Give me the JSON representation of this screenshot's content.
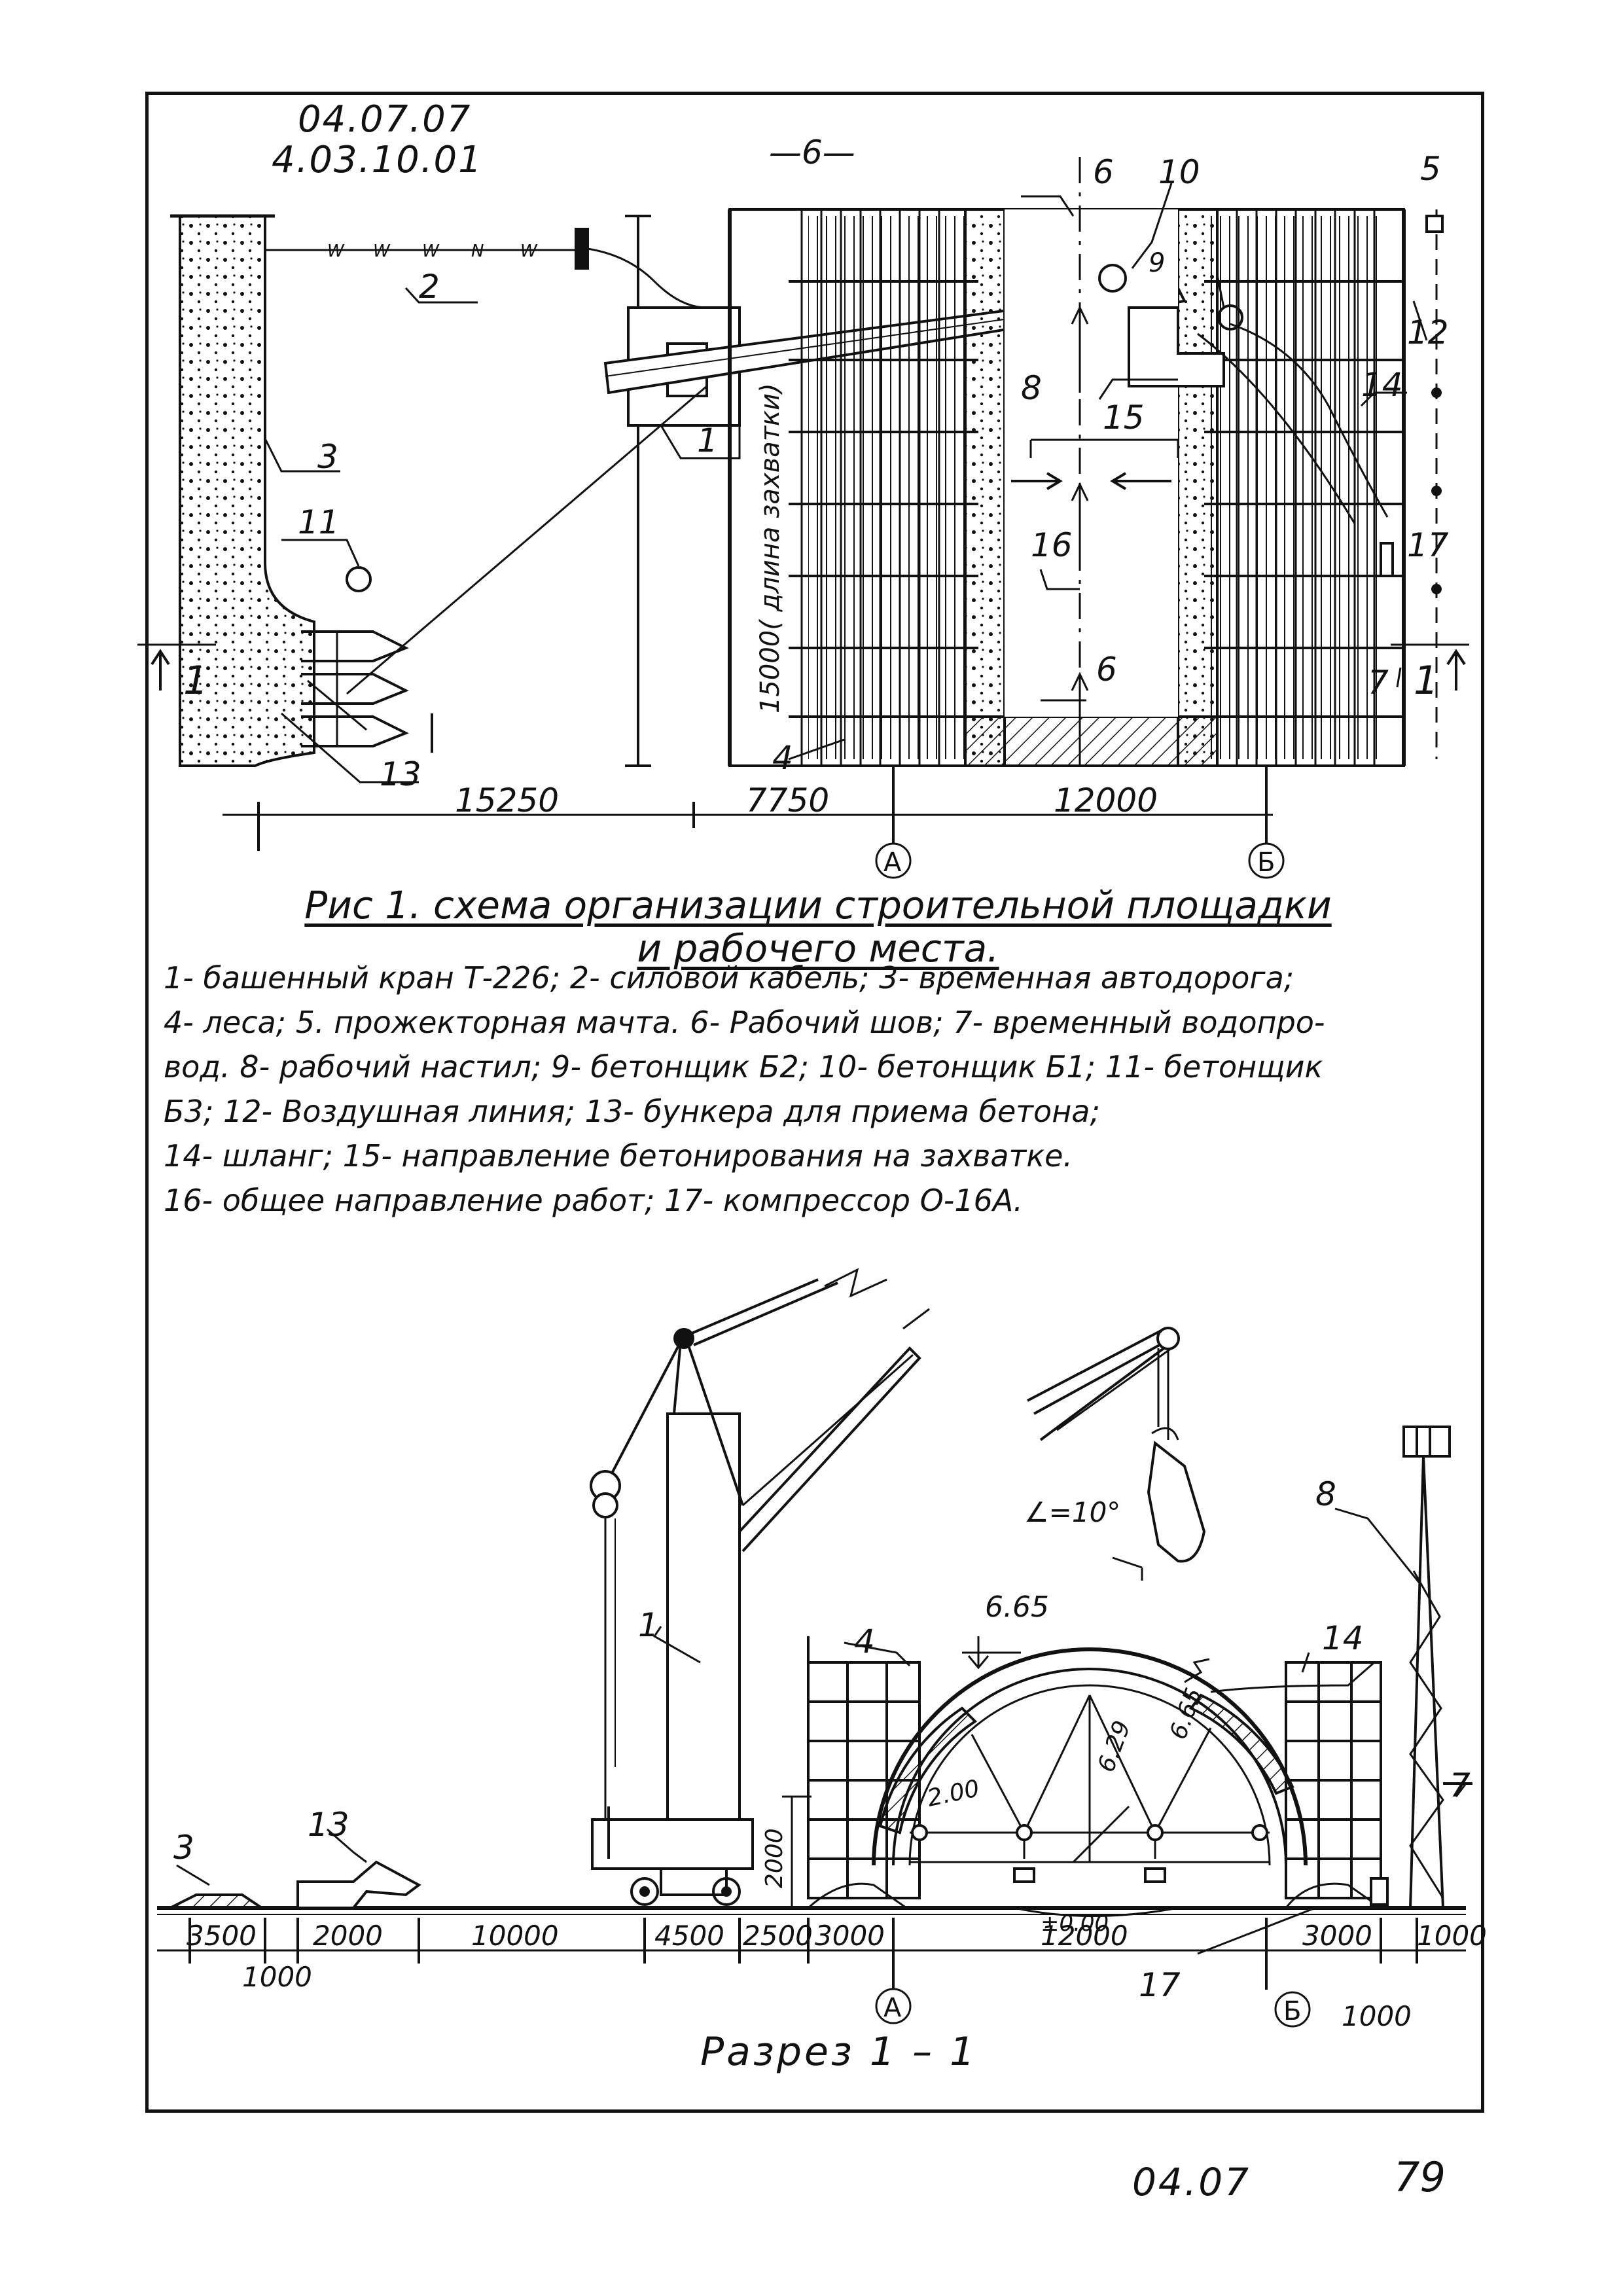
{
  "header": {
    "code_line1": "04.07.07",
    "code_line2": "4.03.10.01"
  },
  "plan": {
    "callouts": {
      "c1": "1",
      "c2": "2",
      "c3": "3",
      "c4": "4",
      "c5": "5",
      "c6": "6",
      "c7": "7",
      "c8": "8",
      "c9": "9",
      "c10": "10",
      "c11": "11",
      "c12": "12",
      "c13": "13",
      "c14": "14",
      "c15": "15",
      "c16": "16",
      "c17": "17"
    },
    "section_marker": "1",
    "section_top_mark": "—6—",
    "dim_vertical": "15000( длина захватки)",
    "dims": [
      "15250",
      "7750",
      "12000"
    ],
    "axes": [
      "А",
      "Б"
    ]
  },
  "caption": {
    "title_line1": "Рис 1.  схема  организации  строительной  площадки",
    "title_line2": "и рабочего  места.",
    "legend": [
      "1- башенный кран Т-226; 2- силовой кабель; 3- временная автодорога;",
      "4- леса; 5. прожекторная мачта. 6- Рабочий шов; 7- временный водопро-",
      "вод. 8- рабочий настил; 9- бетонщик Б2; 10- бетонщик Б1; 11- бетонщик",
      "Б3; 12- Воздушная  линия; 13- бункера для приема бетона;",
      "14- шланг; 15- направление  бетонирования на захватке.",
      "16- общее  направление  работ;  17- компрессор О-16А."
    ]
  },
  "section": {
    "callouts": {
      "c1": "1",
      "c3": "3",
      "c4": "4",
      "c7": "7",
      "c8": "8",
      "c13": "13",
      "c14": "14",
      "c17": "17"
    },
    "angle": "∠=10°",
    "elev_top": "6.65",
    "elev_bottom": "±0.00",
    "height_dim": "2000",
    "radius_left": "2.00",
    "radius_1": "6.29",
    "radius_2": "6.65",
    "dims_bottom": [
      "3500",
      "2000",
      "10000",
      "4500",
      "2500",
      "3000",
      "12000",
      "3000",
      "1000"
    ],
    "dims_sub": [
      "1000",
      "1000"
    ],
    "axes": [
      "А",
      "Б"
    ],
    "title": "Разрез  1 – 1"
  },
  "footer": {
    "code": "04.07",
    "page": "79"
  }
}
